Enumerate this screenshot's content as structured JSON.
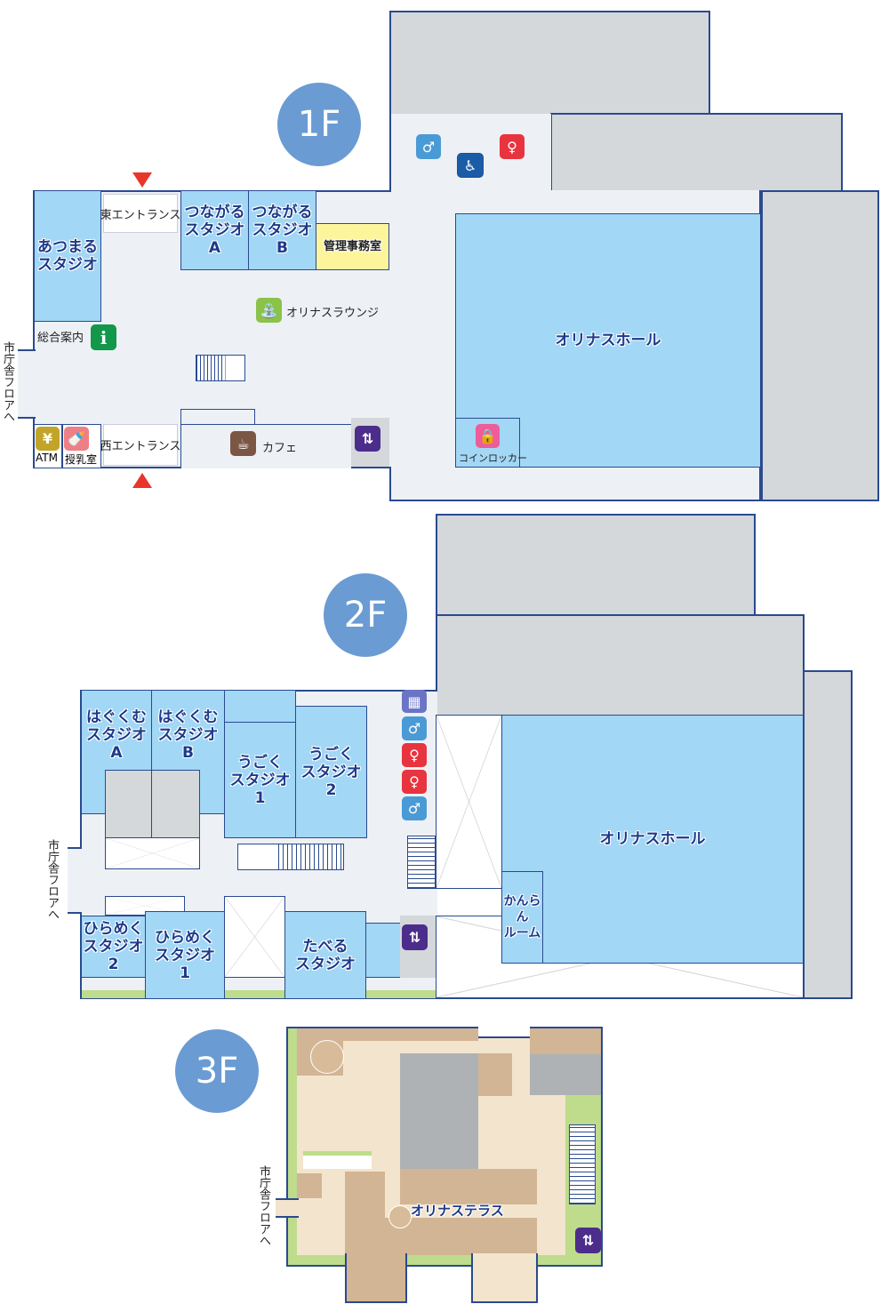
{
  "floors": {
    "f1": {
      "label": "1F",
      "rooms": {
        "atsumaru": "あつまる\nスタジオ",
        "east_entrance": "東エントランス",
        "tsunagaru_a": "つながる\nスタジオ\nA",
        "tsunagaru_b": "つながる\nスタジオ\nB",
        "office": "管理事務室",
        "lounge": "オリナスラウンジ",
        "info": "総合案内",
        "cafe": "カフェ",
        "hall": "オリナスホール",
        "coin_locker": "コインロッカー",
        "atm": "ATM",
        "nursing": "授乳室",
        "west_entrance": "西エントランス"
      },
      "to_city_hall": "市庁舎フロアへ"
    },
    "f2": {
      "label": "2F",
      "rooms": {
        "hagukumu_a": "はぐくむ\nスタジオ\nA",
        "hagukumu_b": "はぐくむ\nスタジオ\nB",
        "ugoku_1": "うごく\nスタジオ\n1",
        "ugoku_2": "うごく\nスタジオ\n2",
        "hirameku_2": "ひらめく\nスタジオ\n2",
        "hirameku_1": "ひらめく\nスタジオ\n1",
        "taberu": "たべる\nスタジオ",
        "hall": "オリナスホール",
        "kanran": "かんらん\nルーム"
      },
      "to_city_hall": "市庁舎フロアへ"
    },
    "f3": {
      "label": "3F",
      "rooms": {
        "terrace": "オリナステラス"
      },
      "to_city_hall": "市庁舎フロアへ"
    }
  },
  "colors": {
    "room": "#a2d7f5",
    "corridor": "#edf1f5",
    "wall": "#2a4a8f",
    "badge": "#6a9bd3",
    "entrance_arrow": "#e8362a"
  }
}
